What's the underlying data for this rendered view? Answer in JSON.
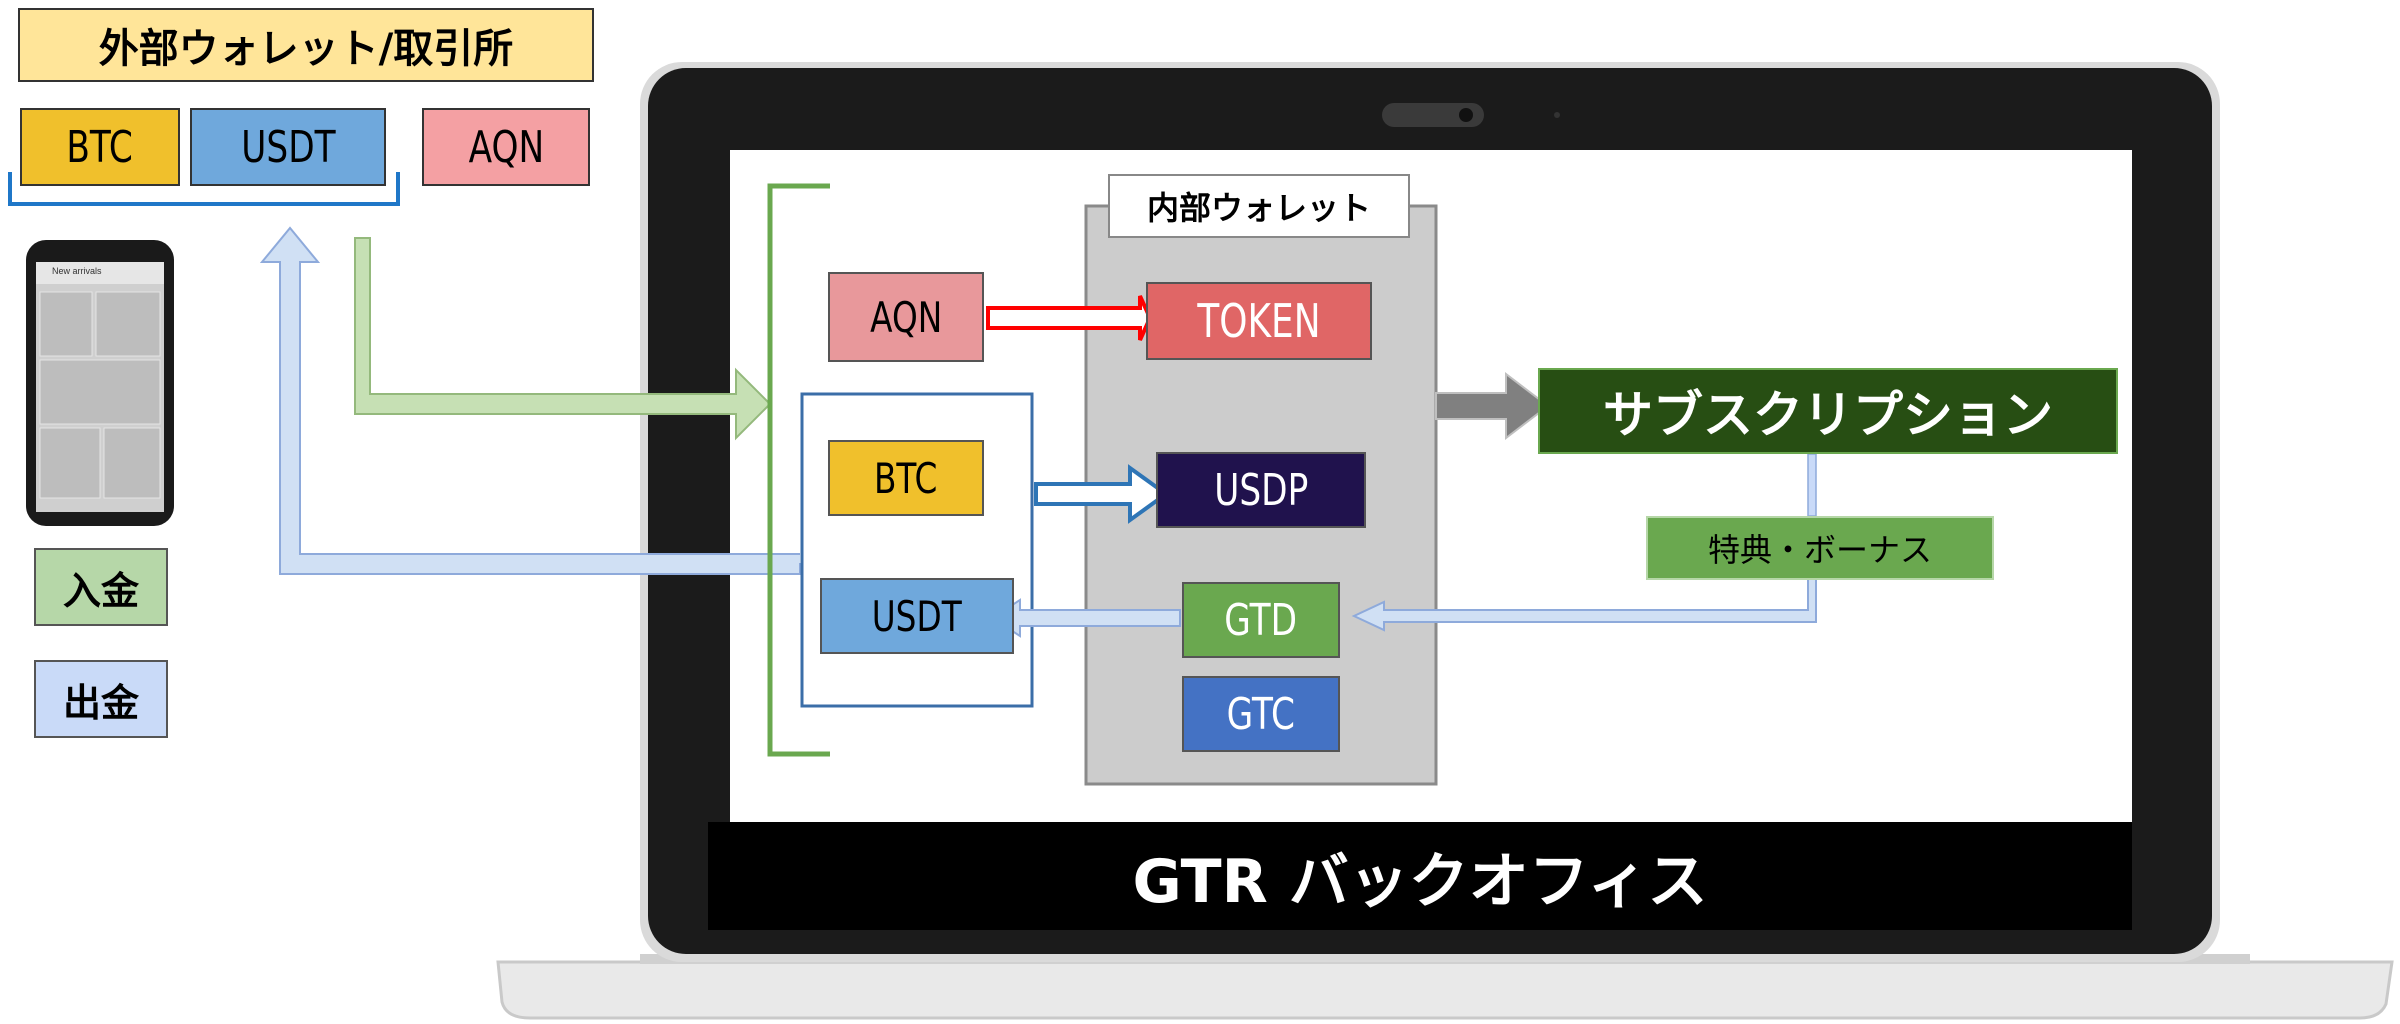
{
  "external": {
    "title": "外部ウォレット/取引所",
    "btc": "BTC",
    "usdt": "USDT",
    "aqn": "AQN"
  },
  "phone": {
    "screen_title": "New arrivals"
  },
  "legend": {
    "deposit": "入金",
    "withdraw": "出金"
  },
  "internal": {
    "title": "内部ウォレット"
  },
  "left_assets": {
    "aqn": "AQN",
    "btc": "BTC",
    "usdt": "USDT"
  },
  "wallet_assets": {
    "token": "TOKEN",
    "usdp": "USDP",
    "gtd": "GTD",
    "gtc": "GTC"
  },
  "subscription": {
    "label": "サブスクリプション",
    "benefit": "特典・ボーナス"
  },
  "footer": {
    "title": "GTR バックオフィス"
  },
  "colors": {
    "gold": "#f0c02c",
    "blue": "#6fa8dc",
    "pink": "#f4a0a3",
    "aqn_inner": "#e8989b",
    "token": "#e06666",
    "usdp": "#20124d",
    "gtd": "#6aa84f",
    "gtc": "#4472c4",
    "subscription": "#274e13",
    "benefit": "#6aa84f",
    "deposit": "#b6d7a8",
    "withdraw": "#c9daf8",
    "yellow_title": "#ffe599",
    "wallet_gray": "#cccccc"
  }
}
